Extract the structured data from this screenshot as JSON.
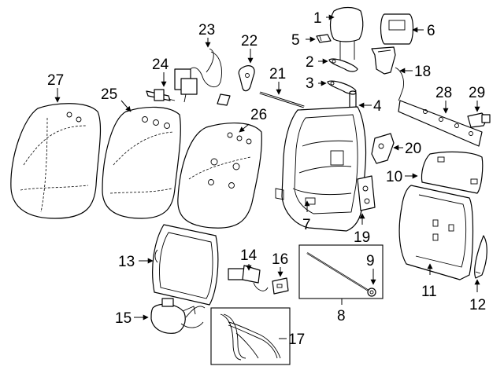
{
  "callouts": {
    "1": "1",
    "2": "2",
    "3": "3",
    "4": "4",
    "5": "5",
    "6": "6",
    "7": "7",
    "8": "8",
    "9": "9",
    "10": "10",
    "11": "11",
    "12": "12",
    "13": "13",
    "14": "14",
    "15": "15",
    "16": "16",
    "17": "17",
    "18": "18",
    "19": "19",
    "20": "20",
    "21": "21",
    "22": "22",
    "23": "23",
    "24": "24",
    "25": "25",
    "26": "26",
    "27": "27",
    "28": "28",
    "29": "29"
  }
}
